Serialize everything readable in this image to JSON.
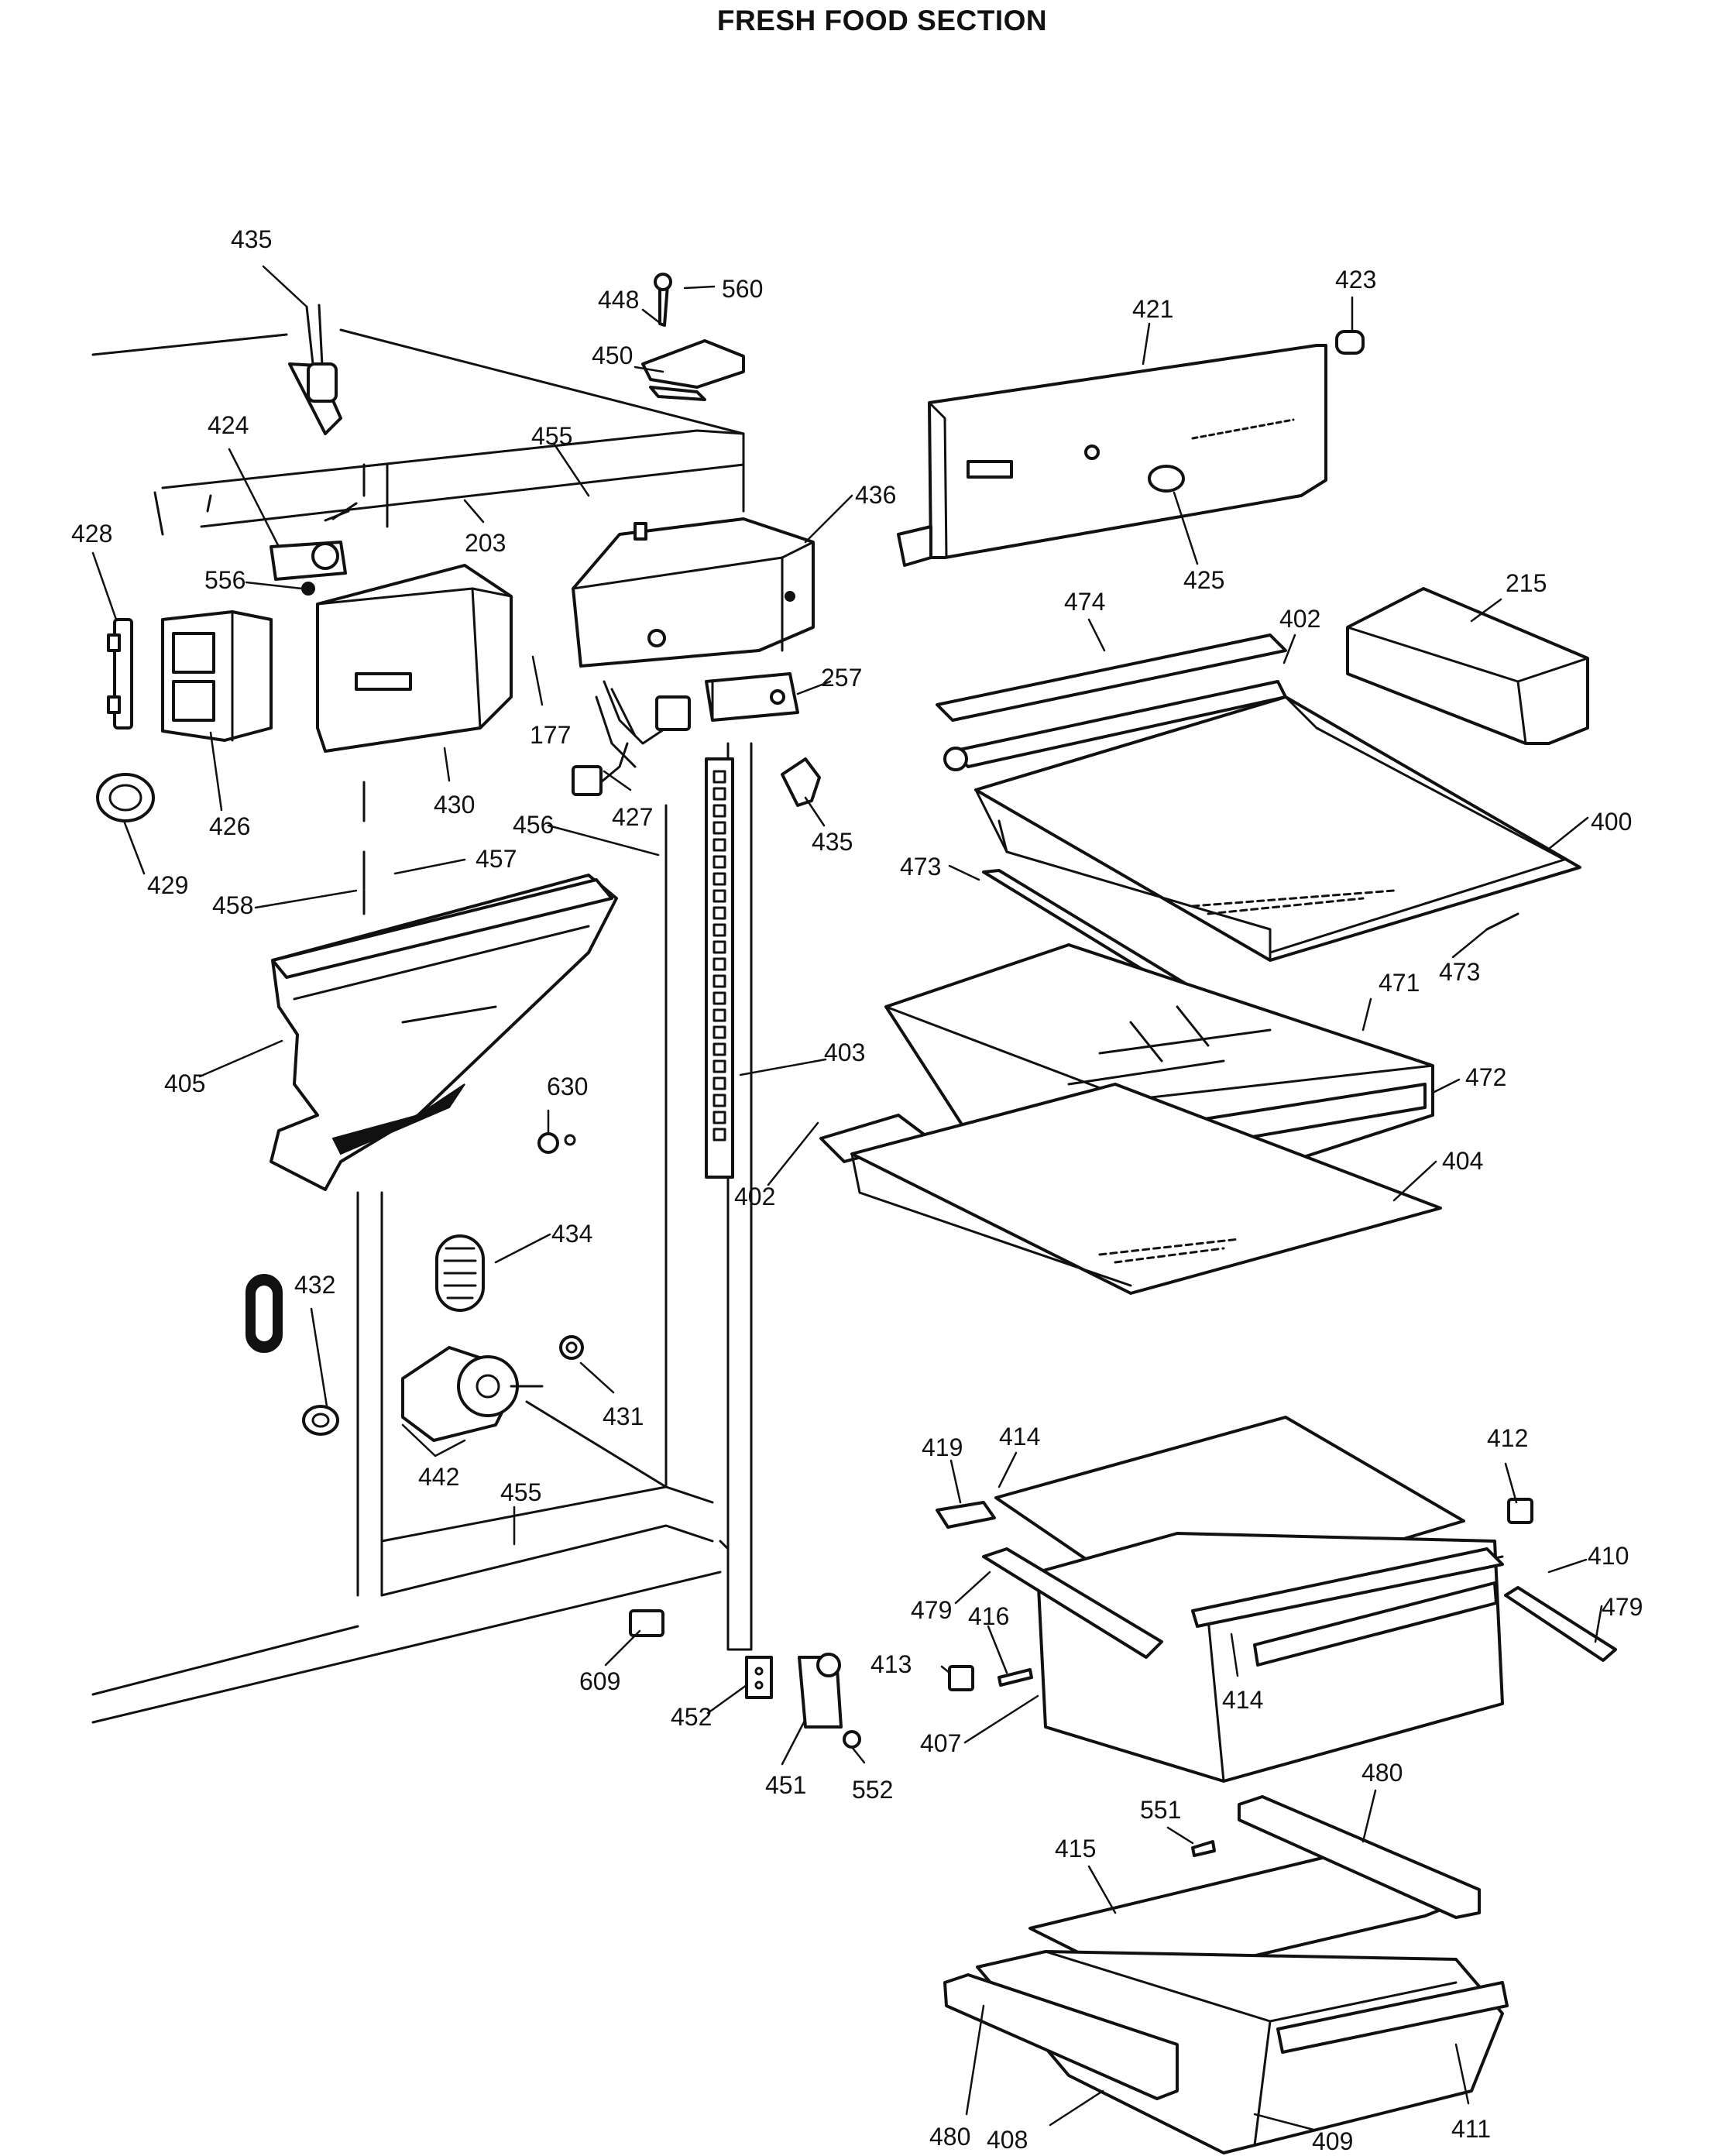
{
  "title": "FRESH FOOD SECTION",
  "callouts": [
    {
      "id": "435a",
      "text": "435"
    },
    {
      "id": "424",
      "text": "424"
    },
    {
      "id": "428",
      "text": "428"
    },
    {
      "id": "556",
      "text": "556"
    },
    {
      "id": "203",
      "text": "203"
    },
    {
      "id": "455a",
      "text": "455"
    },
    {
      "id": "448",
      "text": "448"
    },
    {
      "id": "560",
      "text": "560"
    },
    {
      "id": "450",
      "text": "450"
    },
    {
      "id": "436",
      "text": "436"
    },
    {
      "id": "421",
      "text": "421"
    },
    {
      "id": "423",
      "text": "423"
    },
    {
      "id": "425",
      "text": "425"
    },
    {
      "id": "426",
      "text": "426"
    },
    {
      "id": "430",
      "text": "430"
    },
    {
      "id": "177",
      "text": "177"
    },
    {
      "id": "427",
      "text": "427"
    },
    {
      "id": "257",
      "text": "257"
    },
    {
      "id": "435b",
      "text": "435"
    },
    {
      "id": "474",
      "text": "474"
    },
    {
      "id": "402a",
      "text": "402"
    },
    {
      "id": "215",
      "text": "215"
    },
    {
      "id": "400",
      "text": "400"
    },
    {
      "id": "429",
      "text": "429"
    },
    {
      "id": "458",
      "text": "458"
    },
    {
      "id": "457",
      "text": "457"
    },
    {
      "id": "456",
      "text": "456"
    },
    {
      "id": "473a",
      "text": "473"
    },
    {
      "id": "473b",
      "text": "473"
    },
    {
      "id": "471",
      "text": "471"
    },
    {
      "id": "405",
      "text": "405"
    },
    {
      "id": "403",
      "text": "403"
    },
    {
      "id": "472",
      "text": "472"
    },
    {
      "id": "630",
      "text": "630"
    },
    {
      "id": "402b",
      "text": "402"
    },
    {
      "id": "404",
      "text": "404"
    },
    {
      "id": "434",
      "text": "434"
    },
    {
      "id": "432",
      "text": "432"
    },
    {
      "id": "431",
      "text": "431"
    },
    {
      "id": "442",
      "text": "442"
    },
    {
      "id": "455b",
      "text": "455"
    },
    {
      "id": "414a",
      "text": "414"
    },
    {
      "id": "419",
      "text": "419"
    },
    {
      "id": "412",
      "text": "412"
    },
    {
      "id": "410",
      "text": "410"
    },
    {
      "id": "479a",
      "text": "479"
    },
    {
      "id": "479b",
      "text": "479"
    },
    {
      "id": "416",
      "text": "416"
    },
    {
      "id": "413",
      "text": "413"
    },
    {
      "id": "414b",
      "text": "414"
    },
    {
      "id": "407",
      "text": "407"
    },
    {
      "id": "609",
      "text": "609"
    },
    {
      "id": "452",
      "text": "452"
    },
    {
      "id": "451",
      "text": "451"
    },
    {
      "id": "552",
      "text": "552"
    },
    {
      "id": "480a",
      "text": "480"
    },
    {
      "id": "551",
      "text": "551"
    },
    {
      "id": "415",
      "text": "415"
    },
    {
      "id": "480b",
      "text": "480"
    },
    {
      "id": "411",
      "text": "411"
    },
    {
      "id": "408",
      "text": "408"
    },
    {
      "id": "409",
      "text": "409"
    }
  ]
}
